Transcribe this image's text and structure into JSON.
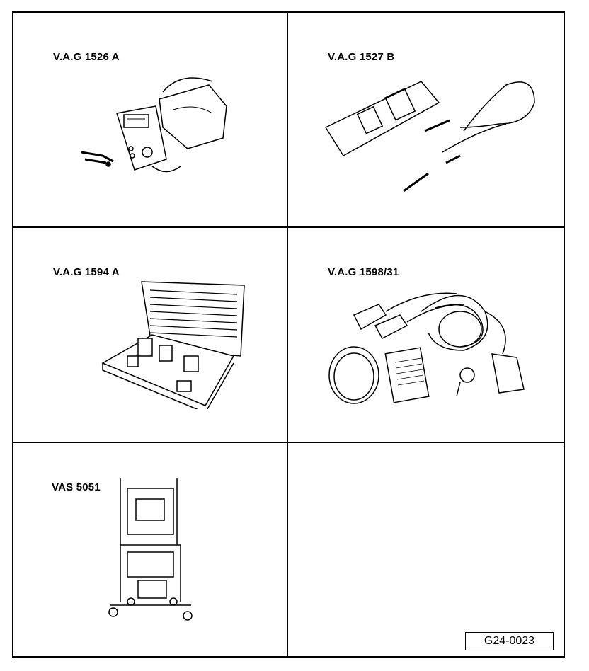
{
  "panels": [
    {
      "id": "p1",
      "label": "V.A.G 1526 A",
      "icon": "multimeter-with-case-illustration"
    },
    {
      "id": "p2",
      "label": "V.A.G 1527 B",
      "icon": "voltage-tester-with-probes-illustration"
    },
    {
      "id": "p3",
      "label": "V.A.G 1594 A",
      "icon": "adapter-set-case-illustration"
    },
    {
      "id": "p4",
      "label": "V.A.G 1598/31",
      "icon": "test-box-cable-set-illustration"
    },
    {
      "id": "p5",
      "label": "VAS 5051",
      "icon": "diagnostic-trolley-illustration"
    },
    {
      "id": "p6",
      "label": "",
      "icon": ""
    }
  ],
  "reference_code": "G24-0023"
}
